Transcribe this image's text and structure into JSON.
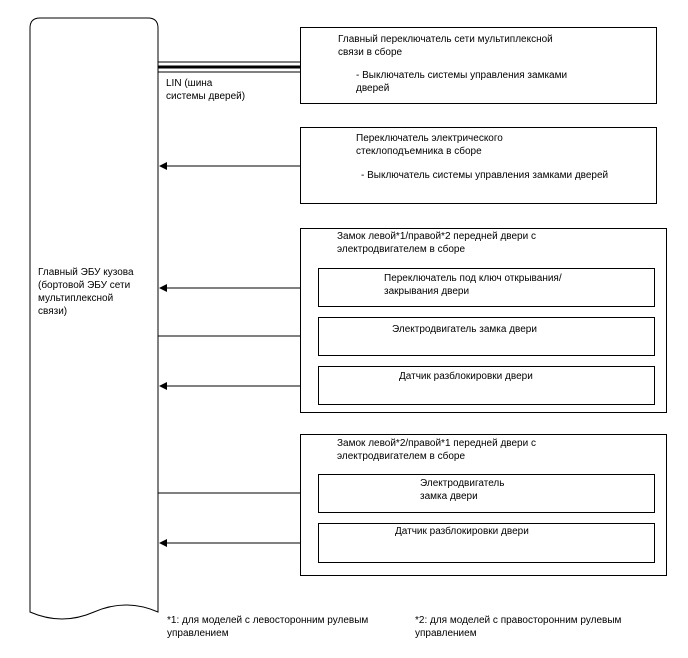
{
  "ecu": {
    "label": "Главный ЭБУ кузова\n(бортовой ЭБУ сети\nмультиплексной\nсвязи)"
  },
  "lin_label": "LIN (шина\nсистемы дверей)",
  "boxes": {
    "main_switch": {
      "title": "Главный переключатель сети мультиплексной\nсвязи в сборе",
      "item": "- Выключатель системы управления замками\nдверей"
    },
    "window_switch": {
      "title": "Переключатель электрического\nстеклоподъемника в сборе",
      "item": "- Выключатель системы управления замками дверей"
    },
    "front_door_1": {
      "title": "Замок левой*1/правой*2 передней двери с\nэлектродвигателем в сборе",
      "key_switch": "Переключатель под ключ открывания/\nзакрывания двери",
      "motor": "Электродвигатель замка двери",
      "sensor": "Датчик разблокировки двери"
    },
    "front_door_2": {
      "title": "Замок левой*2/правой*1 передней двери с\nэлектродвигателем в сборе",
      "motor": "Электродвигатель\nзамка двери",
      "sensor": "Датчик разблокировки двери"
    }
  },
  "footnotes": {
    "note1": "*1: для моделей с левосторонним рулевым\nуправлением",
    "note2": "*2: для моделей с правосторонним рулевым\nуправлением"
  }
}
